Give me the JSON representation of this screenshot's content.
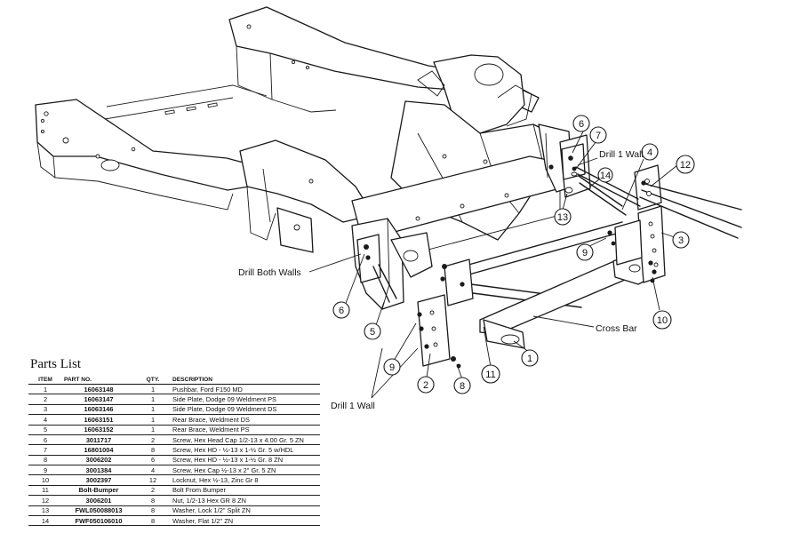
{
  "callouts": [
    {
      "num": "1"
    },
    {
      "num": "2"
    },
    {
      "num": "3"
    },
    {
      "num": "4"
    },
    {
      "num": "5"
    },
    {
      "num": "6"
    },
    {
      "num": "6"
    },
    {
      "num": "7"
    },
    {
      "num": "8"
    },
    {
      "num": "9"
    },
    {
      "num": "9"
    },
    {
      "num": "10"
    },
    {
      "num": "11"
    },
    {
      "num": "12"
    },
    {
      "num": "13"
    },
    {
      "num": "14"
    }
  ],
  "labels": {
    "drill_both_walls": "Drill Both Walls",
    "drill_1_wall_top": "Drill 1 Wall",
    "drill_1_wall_bottom": "Drill 1 Wall",
    "cross_bar": "Cross Bar"
  },
  "parts_list": {
    "title": "Parts List",
    "headers": {
      "item": "ITEM",
      "part_no": "PART NO.",
      "qty": "QTY.",
      "description": "DESCRIPTION"
    },
    "rows": [
      {
        "item": "1",
        "part_no": "16063148",
        "qty": "1",
        "description": "Pushbar, Ford F150 MD"
      },
      {
        "item": "2",
        "part_no": "16063147",
        "qty": "1",
        "description": "Side Plate, Dodge 09 Weldment PS"
      },
      {
        "item": "3",
        "part_no": "16063146",
        "qty": "1",
        "description": "Side Plate, Dodge 09 Weldment DS"
      },
      {
        "item": "4",
        "part_no": "16063151",
        "qty": "1",
        "description": "Rear Brace, Weldment DS"
      },
      {
        "item": "5",
        "part_no": "16063152",
        "qty": "1",
        "description": "Rear Brace, Weldment PS"
      },
      {
        "item": "6",
        "part_no": "3011717",
        "qty": "2",
        "description": "Screw, Hex Head Cap 1/2-13 x 4.00 Gr. 5 ZN"
      },
      {
        "item": "7",
        "part_no": "16801004",
        "qty": "8",
        "description": "Screw, Hex HD - ½-13 x 1-½ Gr. 5 w/HDL"
      },
      {
        "item": "8",
        "part_no": "3006202",
        "qty": "6",
        "description": "Screw, Hex HD - ½-13 x 1-½ Gr. 8 ZN"
      },
      {
        "item": "9",
        "part_no": "3001384",
        "qty": "4",
        "description": "Screw, Hex Cap ½-13 x 2\" Gr. 5 ZN"
      },
      {
        "item": "10",
        "part_no": "3002397",
        "qty": "12",
        "description": "Locknut, Hex ½-13, Zinc Gr 8"
      },
      {
        "item": "11",
        "part_no": "Bolt-Bumper",
        "qty": "2",
        "description": "Bolt From Bumper"
      },
      {
        "item": "12",
        "part_no": "3006201",
        "qty": "8",
        "description": "Nut, 1/2-13 Hex GR 8 ZN"
      },
      {
        "item": "13",
        "part_no": "FWL050088013",
        "qty": "8",
        "description": "Washer, Lock 1/2\" Split ZN"
      },
      {
        "item": "14",
        "part_no": "FWF050106010",
        "qty": "8",
        "description": "Washer, Flat 1/2\" ZN"
      }
    ]
  }
}
